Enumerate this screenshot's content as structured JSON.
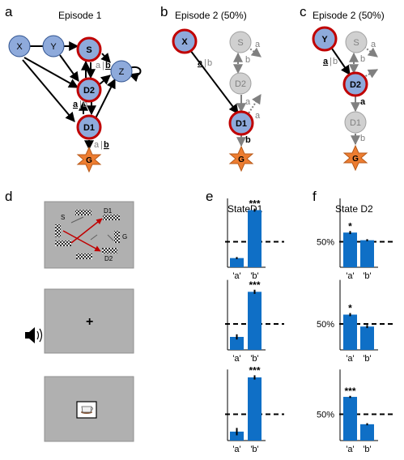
{
  "panel_labels": {
    "a": "a",
    "b": "b",
    "c": "c",
    "d": "d",
    "e": "e",
    "f": "f"
  },
  "panel_a": {
    "title": "Episode 1",
    "nodes": {
      "X": "X",
      "Y": "Y",
      "S": "S",
      "Z": "Z",
      "D2": "D2",
      "D1": "D1",
      "G": "G"
    },
    "edge_labels": {
      "s_d2_a": "a",
      "s_d2_sep": "|",
      "s_d2_b": "b",
      "d2_d1_a": "a",
      "d2_d1_sep": "|",
      "d2_d1_b": "b",
      "d1_g_a": "a",
      "d1_g_sep": "|",
      "d1_g_b": "b"
    }
  },
  "panel_b": {
    "title": "Episode 2 (50%)",
    "nodes": {
      "X": "X",
      "S": "S",
      "D2": "D2",
      "D1": "D1",
      "G": "G"
    },
    "edge_labels": {
      "x_a": "a",
      "x_sep": "|",
      "x_b": "b",
      "s_b": "b",
      "s_a": "a",
      "d2_a": "a",
      "d1_a": "a",
      "d1_b": "b"
    }
  },
  "panel_c": {
    "title": "Episode  2 (50%)",
    "nodes": {
      "Y": "Y",
      "S": "S",
      "D2": "D2",
      "D1": "D1",
      "G": "G"
    },
    "edge_labels": {
      "y_a": "a",
      "y_sep": "|",
      "y_b": "b",
      "s_b": "b",
      "s_a": "a",
      "d2_a": "a",
      "d1_b": "b"
    }
  },
  "panel_d": {
    "maze_labels": {
      "S": "S",
      "D1": "D1",
      "G": "G",
      "D2": "D2"
    },
    "fixation": "+",
    "speaker_icon": "speaker-icon",
    "cup_icon": "coffee-cup-icon"
  },
  "chart_data": [
    {
      "type": "bar",
      "panel": "e",
      "title": "StateD1",
      "categories": [
        "'a'",
        "'b'"
      ],
      "rows": [
        {
          "values": [
            0.18,
            1.12
          ],
          "errors": [
            0.02,
            0.03
          ],
          "stars": [
            "",
            "***"
          ]
        },
        {
          "values": [
            0.25,
            1.12
          ],
          "errors": [
            0.05,
            0.04
          ],
          "stars": [
            "",
            "***"
          ]
        },
        {
          "values": [
            0.17,
            1.2
          ],
          "errors": [
            0.07,
            0.04
          ],
          "stars": [
            "",
            "***"
          ]
        }
      ],
      "reference_line": 0.5
    },
    {
      "type": "bar",
      "panel": "f",
      "title": "State D2",
      "categories": [
        "'a'",
        "'b'"
      ],
      "ytick_label": "50%",
      "rows": [
        {
          "values": [
            0.68,
            0.53
          ],
          "errors": [
            0.03,
            0.02
          ],
          "stars": [
            "*",
            ""
          ]
        },
        {
          "values": [
            0.68,
            0.45
          ],
          "errors": [
            0.03,
            0.03
          ],
          "stars": [
            "*",
            ""
          ]
        },
        {
          "values": [
            0.83,
            0.31
          ],
          "errors": [
            0.02,
            0.02
          ],
          "stars": [
            "***",
            ""
          ]
        }
      ],
      "reference_line": 0.5
    }
  ],
  "colors": {
    "node_blue": "#8eaadb",
    "node_gray": "#d0d0d0",
    "red_outline": "#c00000",
    "star_orange": "#ed7d31",
    "bar_blue": "#0f6fc6"
  }
}
